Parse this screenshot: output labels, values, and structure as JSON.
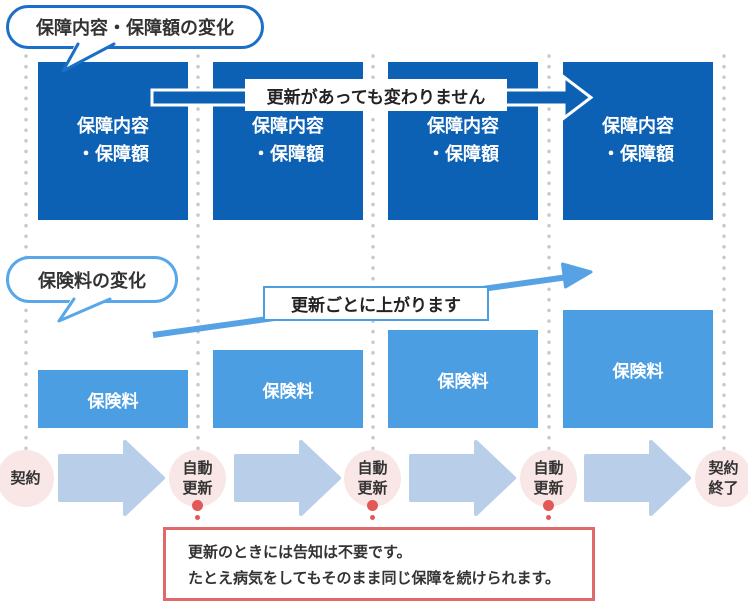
{
  "coverage": {
    "bubble_label": "保障内容・保障額の変化",
    "arrow_note": "更新があっても変わりません",
    "boxes": [
      {
        "label": "保障内容\n・保障額"
      },
      {
        "label": "保障内容\n・保障額"
      },
      {
        "label": "保障内容\n・保障額"
      },
      {
        "label": "保障内容\n・保障額"
      }
    ]
  },
  "premium": {
    "bubble_label": "保険料の変化",
    "arrow_note": "更新ごとに上がります",
    "boxes": [
      {
        "label": "保険料"
      },
      {
        "label": "保険料"
      },
      {
        "label": "保険料"
      },
      {
        "label": "保険料"
      }
    ]
  },
  "timeline": {
    "nodes": [
      {
        "label": "契約"
      },
      {
        "label": "自動\n更新"
      },
      {
        "label": "自動\n更新"
      },
      {
        "label": "自動\n更新"
      },
      {
        "label": "契約\n終了"
      }
    ]
  },
  "note": {
    "line1": "更新のときには告知は不要です。",
    "line2": "たとえ病気をしてもそのまま同じ保障を続けられます。"
  },
  "colors": {
    "coverage_box": "#0d61b5",
    "premium_box": "#4c9ee3",
    "coverage_bubble_border": "#1a70c8",
    "premium_bubble_border": "#58a7e9",
    "premium_arrow": "#57a2e4",
    "timeline_arrow": "#b9cee9",
    "timeline_node_bg": "#f9e6e6",
    "renewal_dot": "#e25757",
    "note_border": "#e06969",
    "guide_dot": "#c9c9c9",
    "text": "#333333"
  }
}
